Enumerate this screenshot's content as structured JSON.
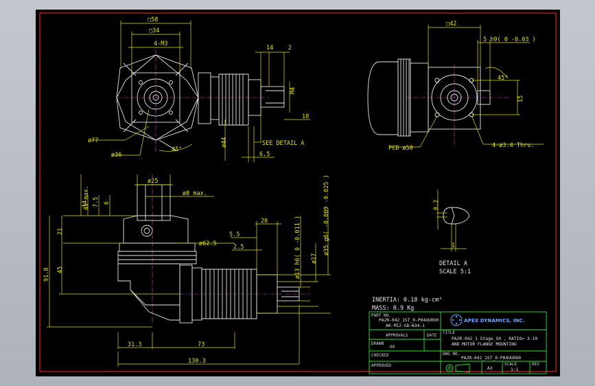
{
  "drawing": {
    "background": "#000000",
    "frame_color": "#e02020",
    "line_color": "#e8e8e8",
    "dimension_color": "#e6e600",
    "titleblock_color": "#2ee62e",
    "centerline_color": "#e84ad8"
  },
  "dims": {
    "top_sq58": "□58",
    "top_sq34": "□34",
    "top_4m3": "4-M3",
    "top_14": "14",
    "top_2": "2",
    "top_m4": "M4",
    "top_10": "10",
    "top_see_detail": "SEE DETAIL A",
    "top_d77": "ø77",
    "top_d36": "ø36",
    "top_45deg": "45°",
    "top_d44": "ø44",
    "top_65": "6.5",
    "right_sq42": "□42",
    "right_keyfit": "5 h9( 0 -0.03 )",
    "right_45deg": "45°",
    "right_15": "15",
    "right_pcd": "PCD ø50",
    "right_holes": "4-ø3.4  Thru.",
    "bot_d25": "ø25",
    "bot_d8max": "ø8 max.",
    "bot_45max": "45 max.",
    "bot_14": "14",
    "bot_75": "7.5",
    "bot_6": "6",
    "bot_21": "21",
    "bot_918": "91.8",
    "bot_45": "45",
    "bot_d625": "ø62.5",
    "bot_55": "5.5",
    "bot_26": "26",
    "bot_25": "2.5",
    "bot_d13h6": "ø13 h6( 0 -0.011 )",
    "bot_d17": "ø17",
    "bot_d35g6": "ø35 g6( -0.009 -0.025 )",
    "bot_313": "31.3",
    "bot_73": "73",
    "bot_1303": "130.3",
    "detail_02": "0.2",
    "detail_1": "1",
    "detail_label": "DETAIL A",
    "detail_scale": "SCALE 5:1"
  },
  "notes": {
    "inertia": "INERTIA: 0.18 kg-cm²",
    "mass": "MASS: 0.9   Kg"
  },
  "titleblock": {
    "part_no_label": "PART NO.",
    "part_no_1": "PA2R-042_1ST_0-P04UU0U0",
    "part_no_2": "A0-PE2-SB-N34-1",
    "company": "APEX DYNAMICS, INC.",
    "title_label": "TITLE",
    "title_1": "PA2R-042_1 Stage_S0 , RATIO= 3-10",
    "title_2": "AND MOTOR FLANGE MOUNTING",
    "approvals": "APPROVALS",
    "date": "DATE",
    "drawn": "DRAWN",
    "drawn_value": "00",
    "checked": "CHECKED",
    "dwg_no_label": "DWG NO.",
    "dwg_no": "PA2R-042_1ST_0-P04UU0U0",
    "approved": "APPROVED",
    "size": "A3",
    "scale_label": "SCALE",
    "scale": "1:1",
    "rev_label": "REV"
  }
}
